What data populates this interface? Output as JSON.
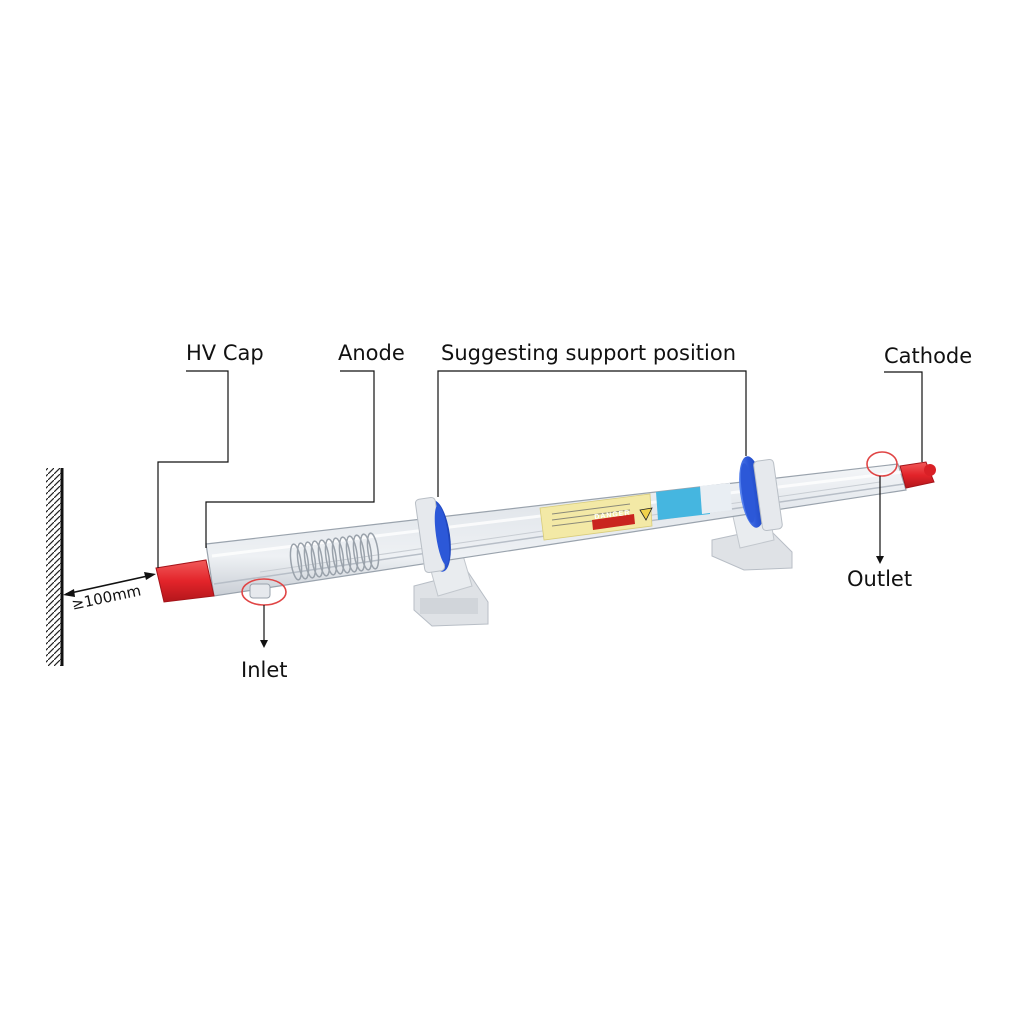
{
  "labels": {
    "hv_cap": "HV Cap",
    "anode": "Anode",
    "support": "Suggesting support position",
    "cathode": "Cathode",
    "outlet": "Outlet",
    "inlet": "Inlet",
    "clearance": "≥100mm"
  },
  "tube_warning": "DANGER",
  "colors": {
    "cap_red": "#e8262b",
    "clamp_blue": "#2f5fe0",
    "line": "#111111",
    "callout_circle": "#e04545",
    "glass": "#dfe4ea",
    "label_yellow": "#f3e9a6",
    "label_cyan": "#45b6e0"
  }
}
